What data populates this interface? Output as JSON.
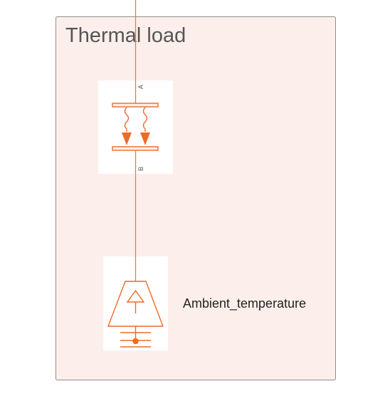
{
  "group": {
    "title": "Thermal load"
  },
  "components": {
    "thermal_resistor": {
      "icon": "thermal-conductor-icon",
      "port_a": "A",
      "port_b": "B"
    },
    "ambient_source": {
      "icon": "temperature-source-icon",
      "label": "Ambient_temperature"
    }
  },
  "colors": {
    "wire": "#ee7a3d",
    "symbol": "#ee6a2a",
    "group_fill": "#fcefeb",
    "group_border": "#8e8e8e",
    "component_bg": "#ffffff"
  }
}
